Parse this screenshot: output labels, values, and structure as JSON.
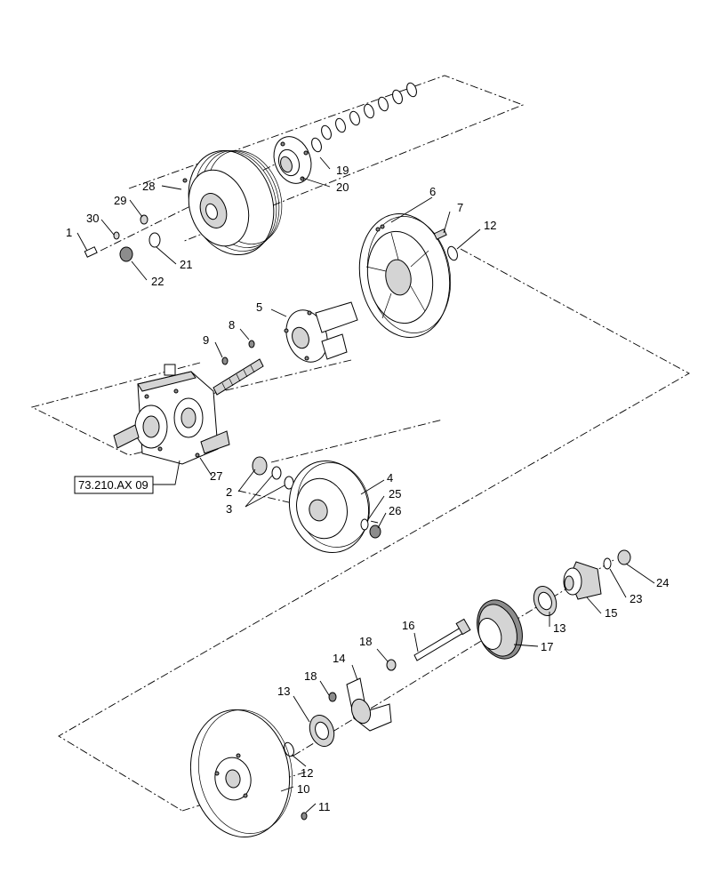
{
  "diagram": {
    "reference_box": "73.210.AX 09",
    "colors": {
      "line": "#000000",
      "shade_light": "#d4d4d4",
      "shade_dark": "#8c8c8c",
      "background": "#ffffff"
    },
    "callouts": [
      {
        "id": "c1",
        "text": "1"
      },
      {
        "id": "c2",
        "text": "2"
      },
      {
        "id": "c3",
        "text": "3"
      },
      {
        "id": "c4",
        "text": "4"
      },
      {
        "id": "c5",
        "text": "5"
      },
      {
        "id": "c6",
        "text": "6"
      },
      {
        "id": "c7",
        "text": "7"
      },
      {
        "id": "c8",
        "text": "8"
      },
      {
        "id": "c9",
        "text": "9"
      },
      {
        "id": "c10",
        "text": "10"
      },
      {
        "id": "c11",
        "text": "11"
      },
      {
        "id": "c12a",
        "text": "12"
      },
      {
        "id": "c12b",
        "text": "12"
      },
      {
        "id": "c13a",
        "text": "13"
      },
      {
        "id": "c13b",
        "text": "13"
      },
      {
        "id": "c14",
        "text": "14"
      },
      {
        "id": "c15",
        "text": "15"
      },
      {
        "id": "c16",
        "text": "16"
      },
      {
        "id": "c17",
        "text": "17"
      },
      {
        "id": "c18a",
        "text": "18"
      },
      {
        "id": "c18b",
        "text": "18"
      },
      {
        "id": "c19",
        "text": "19"
      },
      {
        "id": "c20",
        "text": "20"
      },
      {
        "id": "c21",
        "text": "21"
      },
      {
        "id": "c22",
        "text": "22"
      },
      {
        "id": "c23",
        "text": "23"
      },
      {
        "id": "c24",
        "text": "24"
      },
      {
        "id": "c25",
        "text": "25"
      },
      {
        "id": "c26",
        "text": "26"
      },
      {
        "id": "c27",
        "text": "27"
      },
      {
        "id": "c28",
        "text": "28"
      },
      {
        "id": "c29",
        "text": "29"
      },
      {
        "id": "c30",
        "text": "30"
      }
    ]
  }
}
